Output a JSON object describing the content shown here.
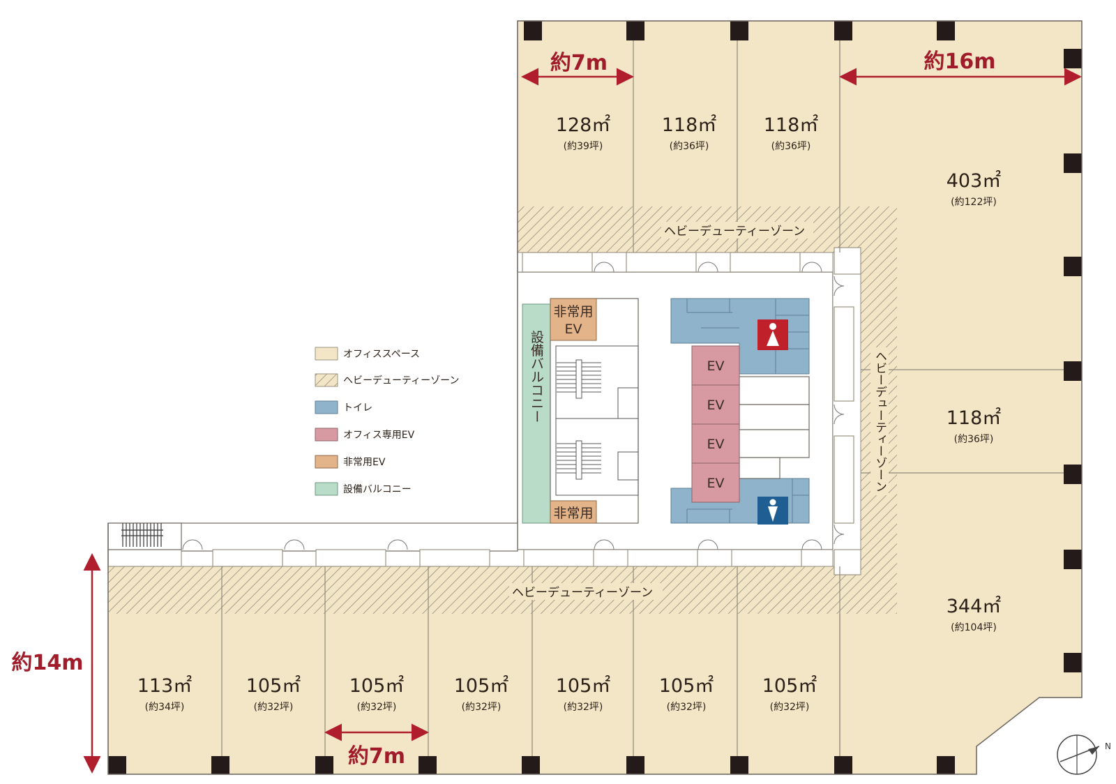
{
  "units": {
    "upper_1": {
      "area": "128㎡",
      "tsubo": "(約39坪)"
    },
    "upper_2": {
      "area": "118㎡",
      "tsubo": "(約36坪)"
    },
    "upper_3": {
      "area": "118㎡",
      "tsubo": "(約36坪)"
    },
    "east_1": {
      "area": "403㎡",
      "tsubo": "(約122坪)"
    },
    "east_2": {
      "area": "118㎡",
      "tsubo": "(約36坪)"
    },
    "east_3": {
      "area": "344㎡",
      "tsubo": "(約104坪)"
    },
    "lower_1": {
      "area": "113㎡",
      "tsubo": "(約34坪)"
    },
    "lower_2": {
      "area": "105㎡",
      "tsubo": "(約32坪)"
    },
    "lower_3": {
      "area": "105㎡",
      "tsubo": "(約32坪)"
    },
    "lower_4": {
      "area": "105㎡",
      "tsubo": "(約32坪)"
    },
    "lower_5": {
      "area": "105㎡",
      "tsubo": "(約32坪)"
    },
    "lower_6": {
      "area": "105㎡",
      "tsubo": "(約32坪)"
    },
    "lower_7": {
      "area": "105㎡",
      "tsubo": "(約32坪)"
    }
  },
  "dimensions": {
    "top_left": "約7m",
    "top_right": "約16m",
    "left_height": "約14m",
    "bottom": "約7m"
  },
  "zones": {
    "heavy_duty_top": "ヘビーデューティーゾーン",
    "heavy_duty_bottom": "ヘビーデューティーゾーン",
    "heavy_duty_right": "ヘビーデューティーゾーン"
  },
  "core": {
    "emergency_ev_top_1": "非常用",
    "emergency_ev_top_2": "EV",
    "emergency_ev_bottom": "非常用",
    "balcony": "設備バルコニー",
    "ev": [
      "EV",
      "EV",
      "EV",
      "EV"
    ]
  },
  "legend": [
    {
      "label": "オフィススペース",
      "color": "#f3e6c6"
    },
    {
      "label": "ヘビーデューティーゾーン",
      "color": "hatch"
    },
    {
      "label": "トイレ",
      "color": "#8fb3cb"
    },
    {
      "label": "オフィス専用EV",
      "color": "#d79aa3"
    },
    {
      "label": "非常用EV",
      "color": "#e3b48a"
    },
    {
      "label": "設備バルコニー",
      "color": "#b9dcc8"
    }
  ],
  "compass": {
    "north": "N"
  },
  "colors": {
    "office": "#f3e6c6",
    "toilet": "#8fb3cb",
    "office_ev": "#d79aa3",
    "emergency_ev": "#e3b48a",
    "balcony": "#b9dcc8",
    "dimension": "#b01e2e",
    "male_sign": "#1f5e93",
    "female_sign": "#c0202a"
  }
}
